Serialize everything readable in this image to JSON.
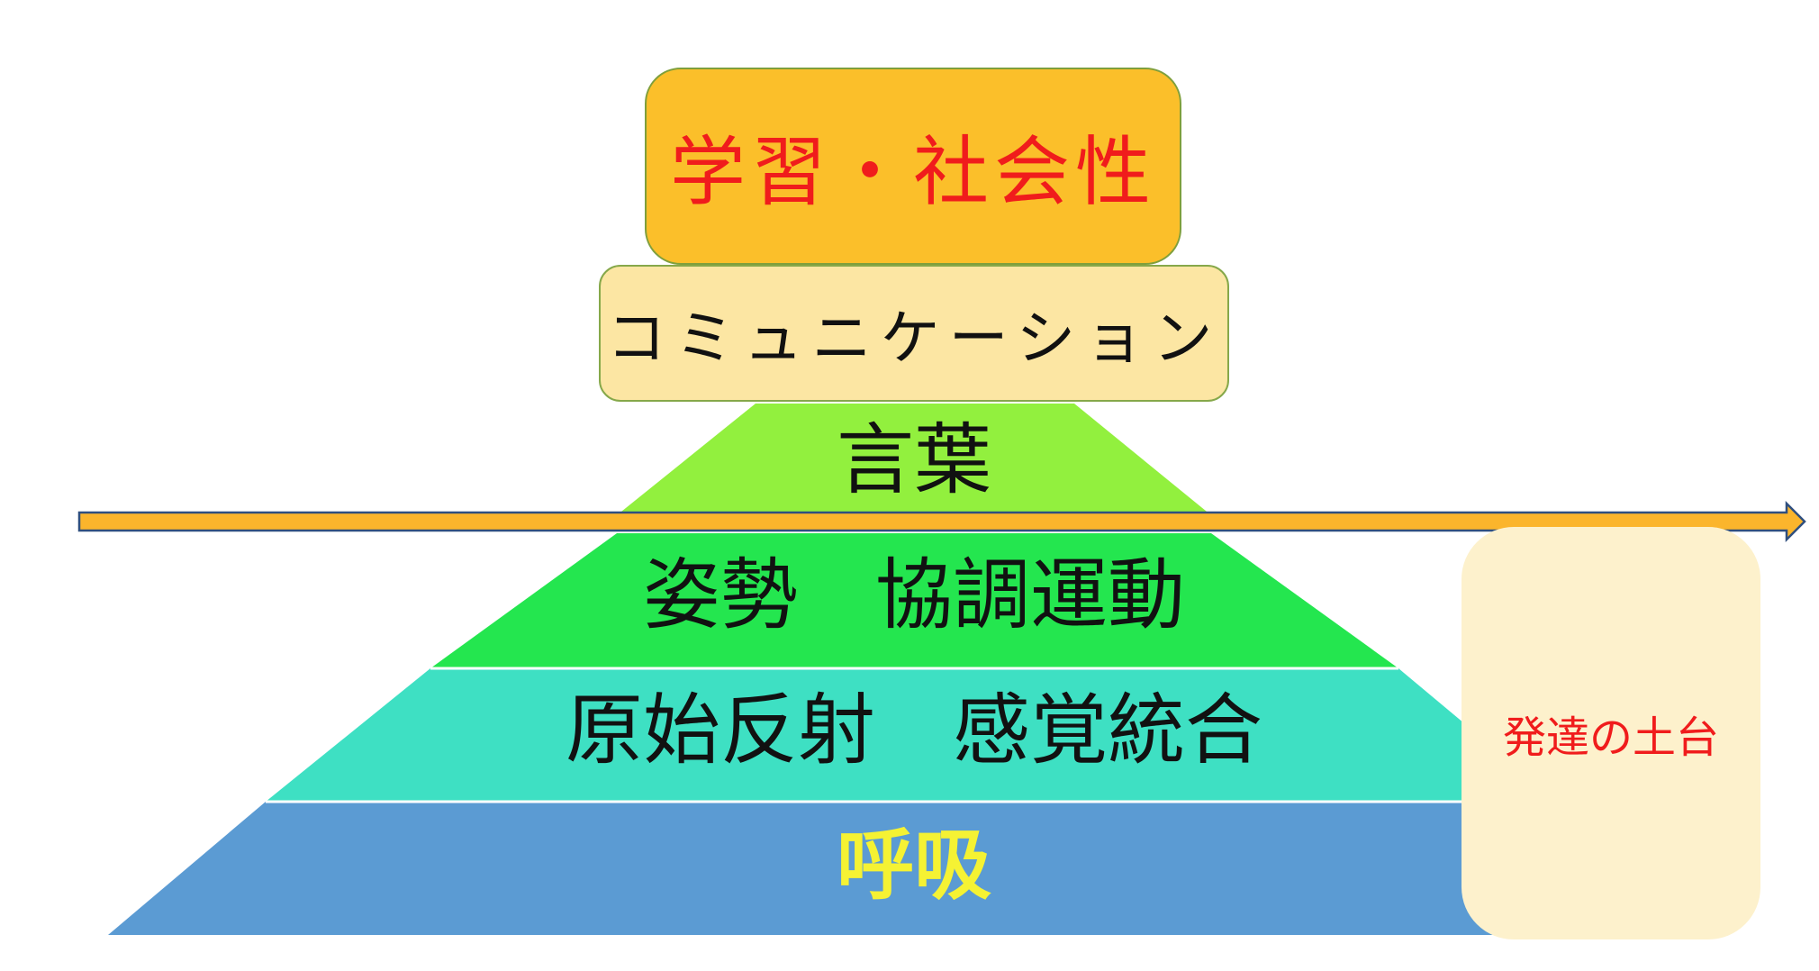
{
  "diagram": {
    "top_box": "学習・社会性",
    "comm_box": "コミュニケーション",
    "layers": [
      {
        "label": "言葉",
        "fill": "#92f03e",
        "text_color": "#111111"
      },
      {
        "label": "姿勢　協調運動",
        "fill": "#24e64f",
        "text_color": "#111111"
      },
      {
        "label": "原始反射　感覚統合",
        "fill": "#3ee0c3",
        "text_color": "#111111"
      },
      {
        "label": "呼吸",
        "fill": "#5b9bd3",
        "text_color": "#f5f233"
      }
    ],
    "foundation_box": "発達の土台",
    "arrow": {
      "fill": "#fbb52c",
      "stroke": "#2f4f7f"
    }
  }
}
